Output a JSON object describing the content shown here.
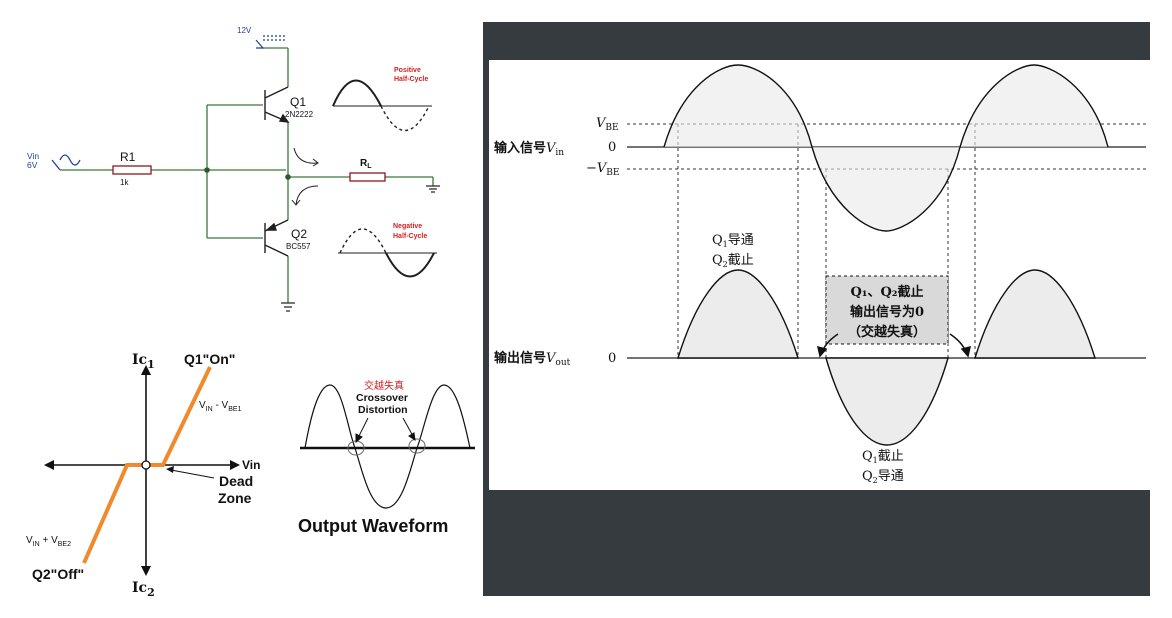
{
  "circuit": {
    "supply_label": "12V",
    "vin_label": "Vin",
    "vin_value": "6V",
    "r1_label": "R1",
    "r1_value": "1k",
    "q1_label": "Q1",
    "q1_part": "2N2222",
    "q2_label": "Q2",
    "q2_part": "BC557",
    "rl_label": "R",
    "rl_sub": "L",
    "positive_label_1": "Positive",
    "positive_label_2": "Half-Cycle",
    "negative_label_1": "Negative",
    "negative_label_2": "Half-Cycle"
  },
  "transfer_curve": {
    "ic1_main": "Ic",
    "ic1_sub": "1",
    "ic2_main": "Ic",
    "ic2_sub": "2",
    "q1_on": "Q1\"On\"",
    "q2_off": "Q2\"Off\"",
    "vin_axis": "Vin",
    "vin_vbe1_a": "V",
    "vin_vbe1_b": "IN",
    "vin_vbe1_c": " - V",
    "vin_vbe1_d": "BE1",
    "vin_vbe2_a": "V",
    "vin_vbe2_b": "IN",
    "vin_vbe2_c": " + V",
    "vin_vbe2_d": "BE2",
    "dead_zone_1": "Dead",
    "dead_zone_2": "Zone",
    "accent_color": "#f08a2c"
  },
  "output_waveform": {
    "chinese_label": "交越失真",
    "crossover_1": "Crossover",
    "crossover_2": "Distortion",
    "title": "Output Waveform"
  },
  "waveforms": {
    "input_label_main": "输入信号",
    "input_label_var": "V",
    "input_label_sub": "in",
    "output_label_main": "输出信号",
    "output_label_var": "V",
    "output_label_sub": "out",
    "vbe_var": "V",
    "vbe_sub": "BE",
    "neg_vbe_prefix": "−",
    "zero": "0",
    "q1_on_line1_a": "Q",
    "q1_on_line1_b": "1",
    "q1_on_line1_c": "导通",
    "q1_on_line2_a": "Q",
    "q1_on_line2_b": "2",
    "q1_on_line2_c": "截止",
    "q2_on_line1_a": "Q",
    "q2_on_line1_b": "1",
    "q2_on_line1_c": "截止",
    "q2_on_line2_a": "Q",
    "q2_on_line2_b": "2",
    "q2_on_line2_c": "导通",
    "box_line1": "Q₁、Q₂截止",
    "box_line2": "输出信号为0",
    "box_line3": "（交越失真）"
  }
}
